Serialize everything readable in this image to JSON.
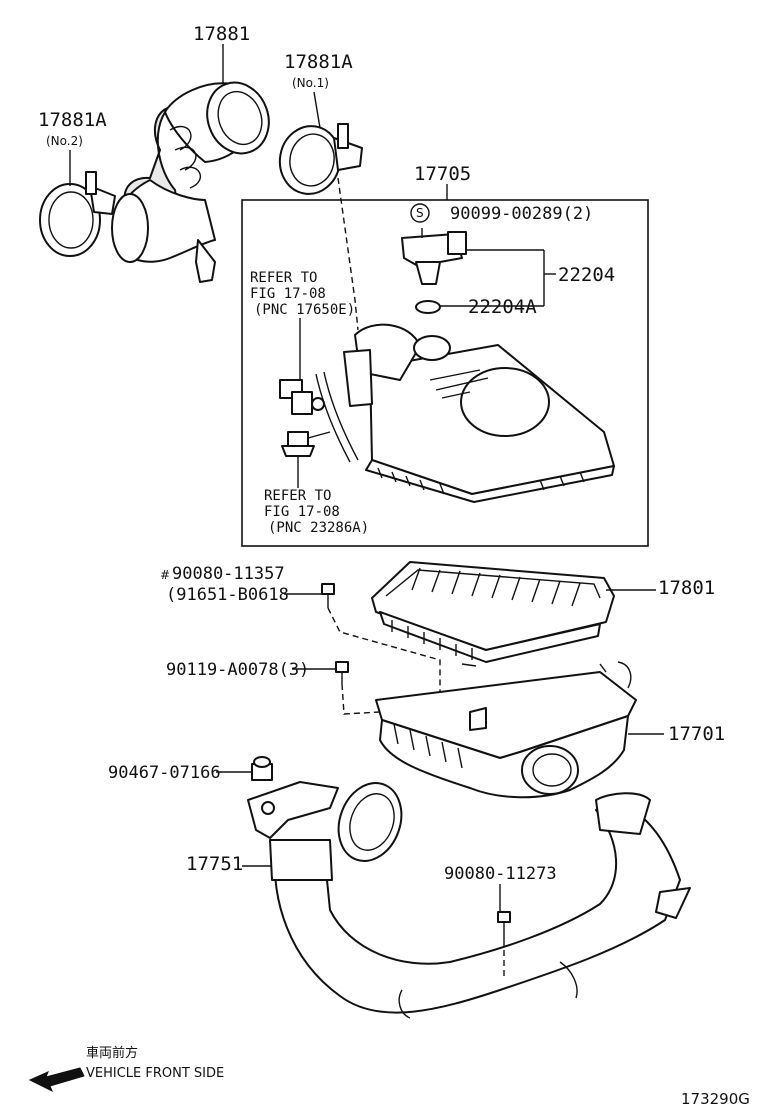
{
  "callouts": {
    "p17881": "17881",
    "p17881a_1": "17881A",
    "p17881a_1_sub": "(No.1)",
    "p17881a_2": "17881A",
    "p17881a_2_sub": "(No.2)",
    "p17705": "17705",
    "p90099_s": "S",
    "p90099": "90099-00289(2)",
    "p22204": "22204",
    "p22204a": "22204A",
    "ref1_line1": "REFER TO",
    "ref1_line2": "FIG 17-08",
    "ref1_line3": "(PNC 17650E)",
    "ref2_line1": "REFER TO",
    "ref2_line2": "FIG 17-08",
    "ref2_line3": "(PNC 23286A)",
    "p90080_11357_mark": "#",
    "p90080_11357": "90080-11357",
    "p91651": "(91651-B0618",
    "p17801": "17801",
    "p90119": "90119-A0078(3)",
    "p17701": "17701",
    "p90467": "90467-07166",
    "p17751": "17751",
    "p90080_11273": "90080-11273"
  },
  "orientation": {
    "jp": "車両前方",
    "en": "VEHICLE FRONT SIDE"
  },
  "figure_id": "173290G"
}
